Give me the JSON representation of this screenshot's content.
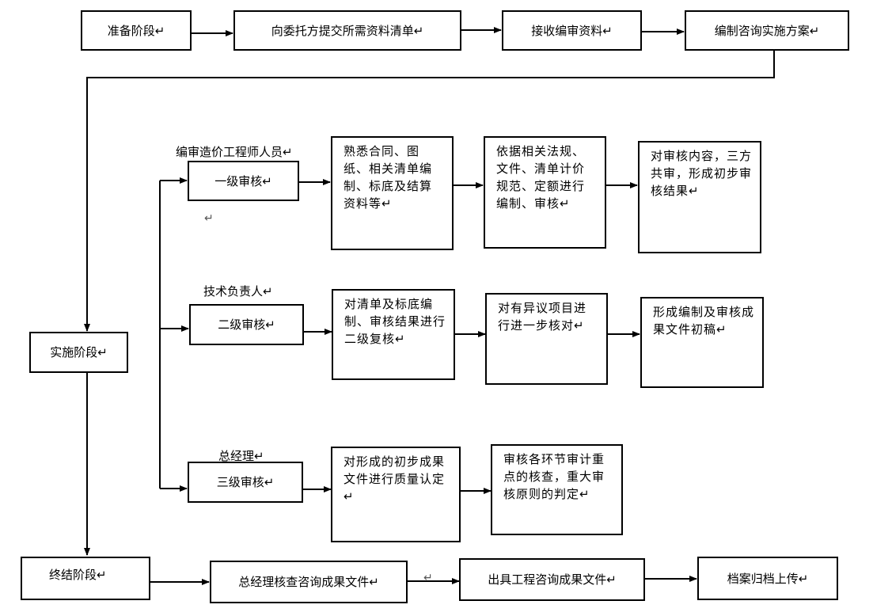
{
  "prep": {
    "stage": "准备阶段↵",
    "submit_list": "向委托方提交所需资料清单↵",
    "receive": "接收编审资料↵",
    "plan": "编制咨询实施方案↵"
  },
  "impl": {
    "stage": "实施阶段↵",
    "level1": {
      "role": "编审造价工程师人员↵",
      "box": "一级审核↵",
      "step1": "熟悉合同、图纸、相关清单编制、标底及结算资料等↵",
      "step2": "依据相关法规、文件、清单计价规范、定额进行编制、审核↵",
      "step3": "对审核内容，三方共审，形成初步审核结果↵",
      "stray_mark": "↵"
    },
    "level2": {
      "role": "技术负责人↵",
      "box": "二级审核↵",
      "step1": "对清单及标底编制、审核结果进行二级复核↵",
      "step2": "对有异议项目进行进一步核对↵",
      "step3": "形成编制及审核成果文件初稿↵"
    },
    "level3": {
      "role": "总经理↵",
      "box": "三级审核↵",
      "step1": "对形成的初步成果文件进行质量认定↵",
      "step2": "审核各环节审计重点的核查，重大审核原则的判定↵"
    }
  },
  "final": {
    "stage": "终结阶段↵",
    "review": "总经理核查咨询成果文件↵",
    "arrow_mark": "↵",
    "issue": "出具工程咨询成果文件↵",
    "archive": "档案归档上传↵"
  }
}
